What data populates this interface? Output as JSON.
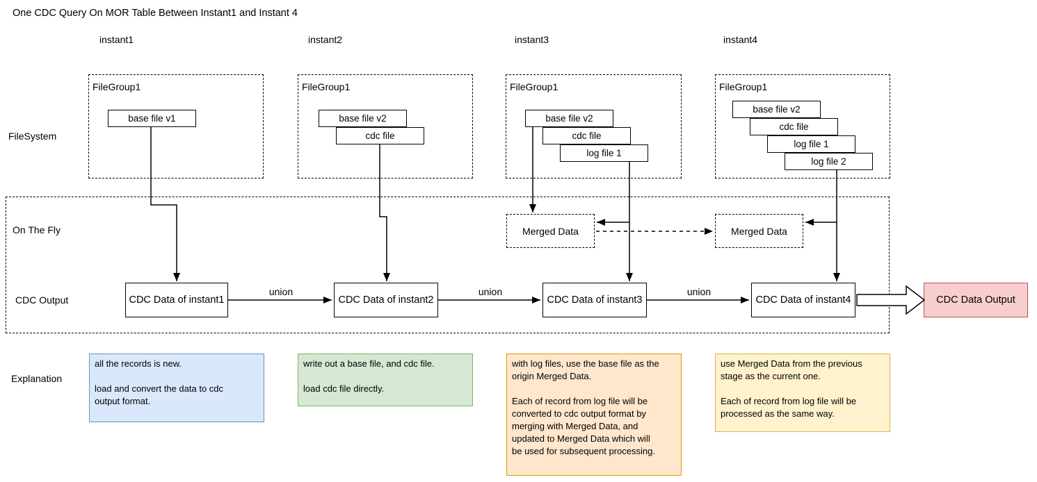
{
  "title": "One CDC Query On MOR Table Between Instant1 and Instant 4",
  "row_labels": {
    "filesystem": "FileSystem",
    "on_the_fly": "On The Fly",
    "cdc_output": "CDC Output",
    "explanation": "Explanation"
  },
  "union_label": "union",
  "output_box": {
    "label": "CDC Data Output"
  },
  "instants": [
    {
      "label": "instant1",
      "filegroup_label": "FileGroup1",
      "files": [
        "base file v1"
      ],
      "cdc_label": "CDC Data of instant1",
      "explanation": "all the records is new.\n\nload and convert the data to cdc\noutput format."
    },
    {
      "label": "instant2",
      "filegroup_label": "FileGroup1",
      "files": [
        "base file v2",
        "cdc file"
      ],
      "cdc_label": "CDC Data of instant2",
      "explanation": "write out a base file, and cdc file.\n\nload cdc file directly."
    },
    {
      "label": "instant3",
      "filegroup_label": "FileGroup1",
      "files": [
        "base file v2",
        "cdc file",
        "log file 1"
      ],
      "merged_data_label": "Merged Data",
      "cdc_label": "CDC Data of instant3",
      "explanation": "with log files, use the base file as the\norigin Merged Data.\n\nEach of record from log file will be\nconverted to cdc output format by\nmerging with Merged Data, and\nupdated to Merged Data which will\nbe used for subsequent processing."
    },
    {
      "label": "instant4",
      "filegroup_label": "FileGroup1",
      "files": [
        "base file v2",
        "cdc file",
        "log file 1",
        "log file 2"
      ],
      "merged_data_label": "Merged Data",
      "cdc_label": "CDC Data of instant4",
      "explanation": "use Merged Data from the previous\nstage as the current one.\n\nEach of record from log file will be\nprocessed as the same way."
    }
  ],
  "colors": {
    "line": "#000000",
    "output_fill": "#f8cecc",
    "output_border": "#b85450",
    "explanation_blue_fill": "#dae8fc",
    "explanation_blue_border": "#6c8ebf",
    "explanation_green_fill": "#d5e8d4",
    "explanation_green_border": "#82b366",
    "explanation_orange_fill": "#ffe6cc",
    "explanation_orange_border": "#d79b00",
    "explanation_yellow_fill": "#fff2cc",
    "explanation_yellow_border": "#d6b656"
  }
}
